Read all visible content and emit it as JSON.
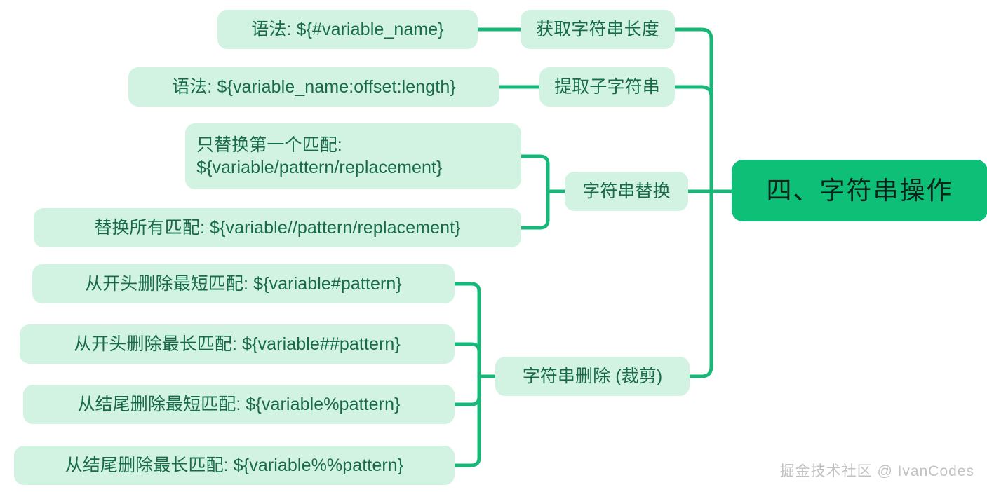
{
  "map": {
    "root": {
      "label": "四、字符串操作",
      "color": "#0dbf77"
    },
    "theme": {
      "node_fill": "#d2f3e1",
      "node_text": "#176b4a",
      "connector": "#16b878",
      "background": "#ffffff",
      "watermark_color": "#c2c2c2"
    },
    "branches": [
      {
        "label": "获取字符串长度",
        "children": [
          "语法: ${#variable_name}"
        ]
      },
      {
        "label": "提取子字符串",
        "children": [
          "语法: ${variable_name:offset:length}"
        ]
      },
      {
        "label": "字符串替换",
        "children": [
          "只替换第一个匹配:\n${variable/pattern/replacement}",
          "替换所有匹配: ${variable//pattern/replacement}"
        ]
      },
      {
        "label": "字符串删除 (裁剪)",
        "children": [
          "从开头删除最短匹配: ${variable#pattern}",
          "从开头删除最长匹配: ${variable##pattern}",
          "从结尾删除最短匹配: ${variable%pattern}",
          "从结尾删除最长匹配: ${variable%%pattern}"
        ]
      }
    ],
    "leaves": [
      "语法: ${#variable_name}",
      "语法: ${variable_name:offset:length}",
      "只替换第一个匹配:\n${variable/pattern/replacement}",
      "替换所有匹配: ${variable//pattern/replacement}",
      "从开头删除最短匹配: ${variable#pattern}",
      "从开头删除最长匹配: ${variable##pattern}",
      "从结尾删除最短匹配: ${variable%pattern}",
      "从结尾删除最长匹配: ${variable%%pattern}"
    ],
    "branch_labels": [
      "获取字符串长度",
      "提取子字符串",
      "字符串替换",
      "字符串删除 (裁剪)"
    ],
    "watermark": "掘金技术社区 @ IvanCodes"
  }
}
